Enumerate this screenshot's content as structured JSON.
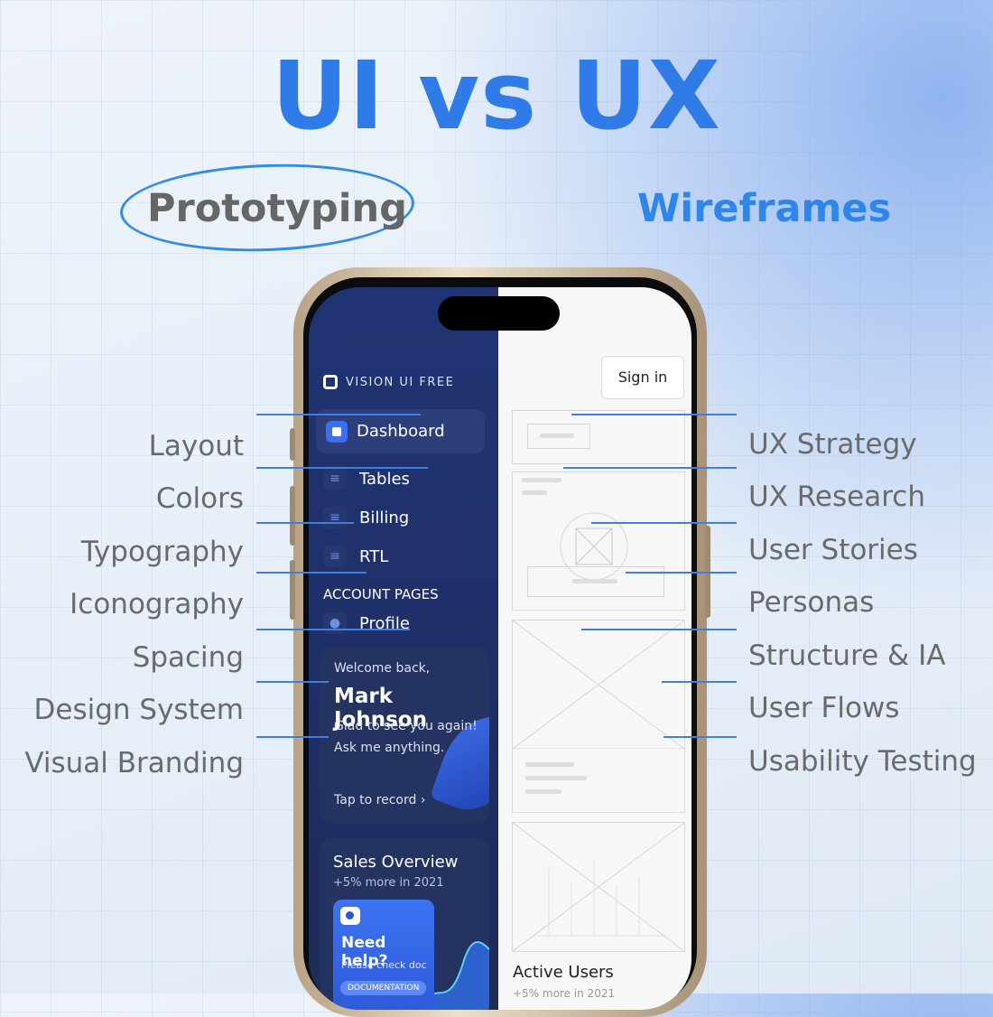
{
  "title": "UI vs UX",
  "left_heading": "Prototyping",
  "right_heading": "Wireframes",
  "ui_items": [
    "Layout",
    "Colors",
    "Typography",
    "Iconography",
    "Spacing",
    "Design System",
    "Visual Branding"
  ],
  "ux_items": [
    "UX Strategy",
    "UX Research",
    "User Stories",
    "Personas",
    "Structure & IA",
    "User Flows",
    "Usability Testing"
  ],
  "phone": {
    "brand": "VISION UI FREE",
    "nav": {
      "active": "Dashboard",
      "items": [
        "Tables",
        "Billing",
        "RTL"
      ],
      "section": "ACCOUNT PAGES",
      "profile": "Profile"
    },
    "welcome": {
      "greeting": "Welcome back,",
      "name": "Mark Johnson",
      "line1": "Glad to see you again!",
      "line2": "Ask me anything.",
      "action": "Tap to record ›"
    },
    "sales": {
      "title": "Sales Overview",
      "subtitle": "+5% more in 2021"
    },
    "help": {
      "title": "Need help?",
      "text": "Please check doc",
      "button": "DOCUMENTATION"
    },
    "sign_in": "Sign in",
    "active_users": "Active Users",
    "active_users_sub": "+5% more in 2021"
  },
  "colors": {
    "accent": "#2f7be8",
    "label": "#6a6a6a",
    "dark_panel": "#203474"
  }
}
